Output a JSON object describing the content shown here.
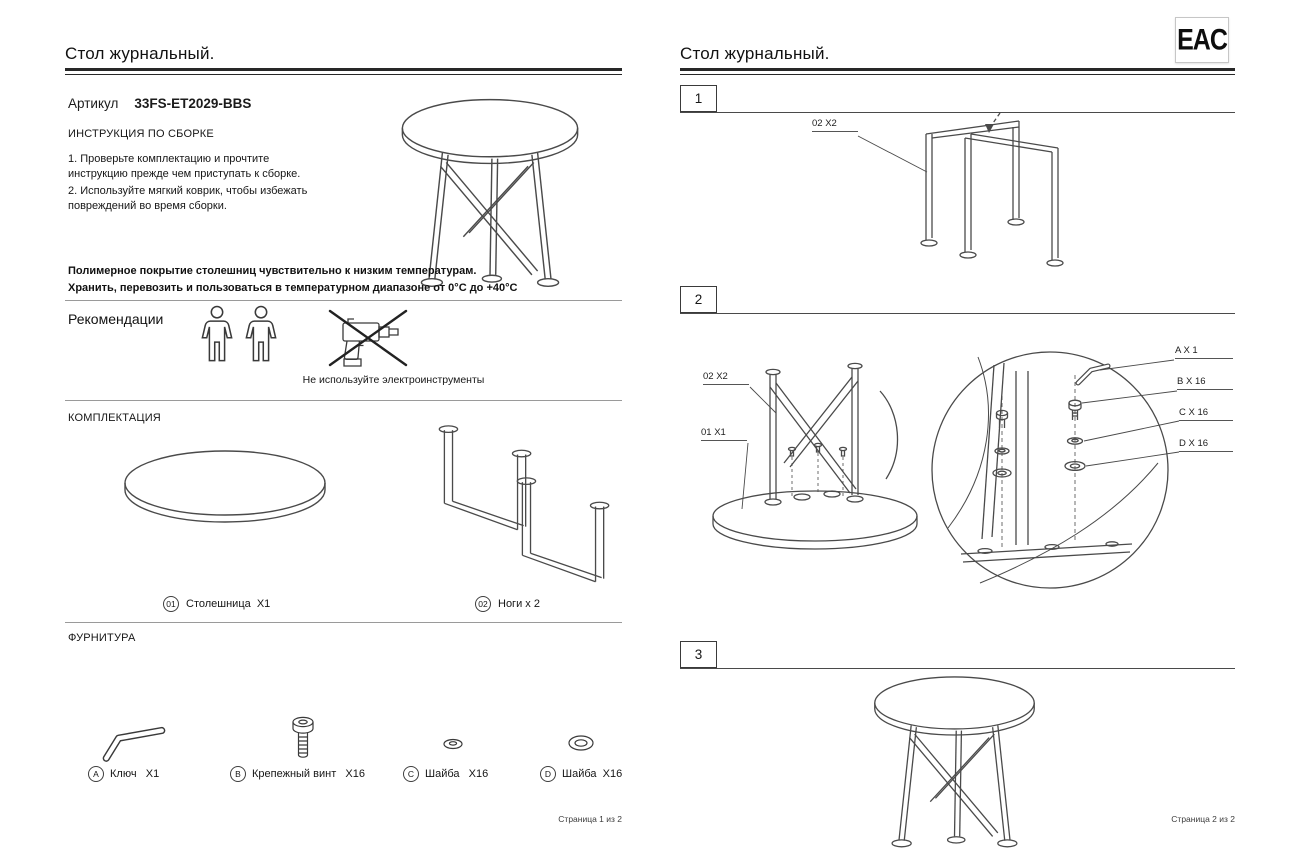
{
  "colors": {
    "ink": "#1b1b1b",
    "line_art": "#4a4a4a"
  },
  "icons": {
    "person": "person-outline-icon",
    "no_power_tools": "crossed-out-drill-icon",
    "eac": "eac-conformity-mark"
  },
  "page1": {
    "title": "Стол журнальный.",
    "article": {
      "label": "Артикул",
      "value": "33FS-ET2029-BBS"
    },
    "assembly_heading": "ИНСТРУКЦИЯ ПО СБОРКЕ",
    "steps": [
      "1. Проверьте комплектацию и прочтите инструкцию прежде чем приступать к сборке.",
      "2. Используйте мягкий коврик, чтобы избежать повреждений во время сборки."
    ],
    "warning": {
      "line1": "Полимерное покрытие столешниц чувствительно к низким температурам.",
      "line2": "Хранить, перевозить и пользоваться в температурном диапазоне от 0°С до +40°С"
    },
    "recommendations": {
      "heading": "Рекомендации",
      "note": "Не используйте электроинструменты"
    },
    "contents": {
      "heading": "КОМПЛЕКТАЦИЯ",
      "parts": [
        {
          "code": "01",
          "label": "Столешница  X1"
        },
        {
          "code": "02",
          "label": "Ноги х 2"
        }
      ]
    },
    "hardware": {
      "heading": "ФУРНИТУРА",
      "items": [
        {
          "code": "A",
          "label": "Ключ   X1"
        },
        {
          "code": "B",
          "label": "Крепежный винт   X16"
        },
        {
          "code": "C",
          "label": "Шайба   X16"
        },
        {
          "code": "D",
          "label": "Шайба  X16"
        }
      ]
    },
    "footer": "Страница 1 из 2"
  },
  "page2": {
    "title": "Стол журнальный.",
    "eac_mark": "EAC",
    "step1": {
      "number": "1",
      "callout_legs": "02 X2"
    },
    "step2": {
      "number": "2",
      "callout_legs": "02 X2",
      "callout_tabletop": "01 X1",
      "callout_key": "A X 1",
      "callout_screw": "B X 16",
      "callout_washer_c": "C X 16",
      "callout_washer_d": "D X 16"
    },
    "step3": {
      "number": "3"
    },
    "footer": "Страница 2 из 2"
  }
}
